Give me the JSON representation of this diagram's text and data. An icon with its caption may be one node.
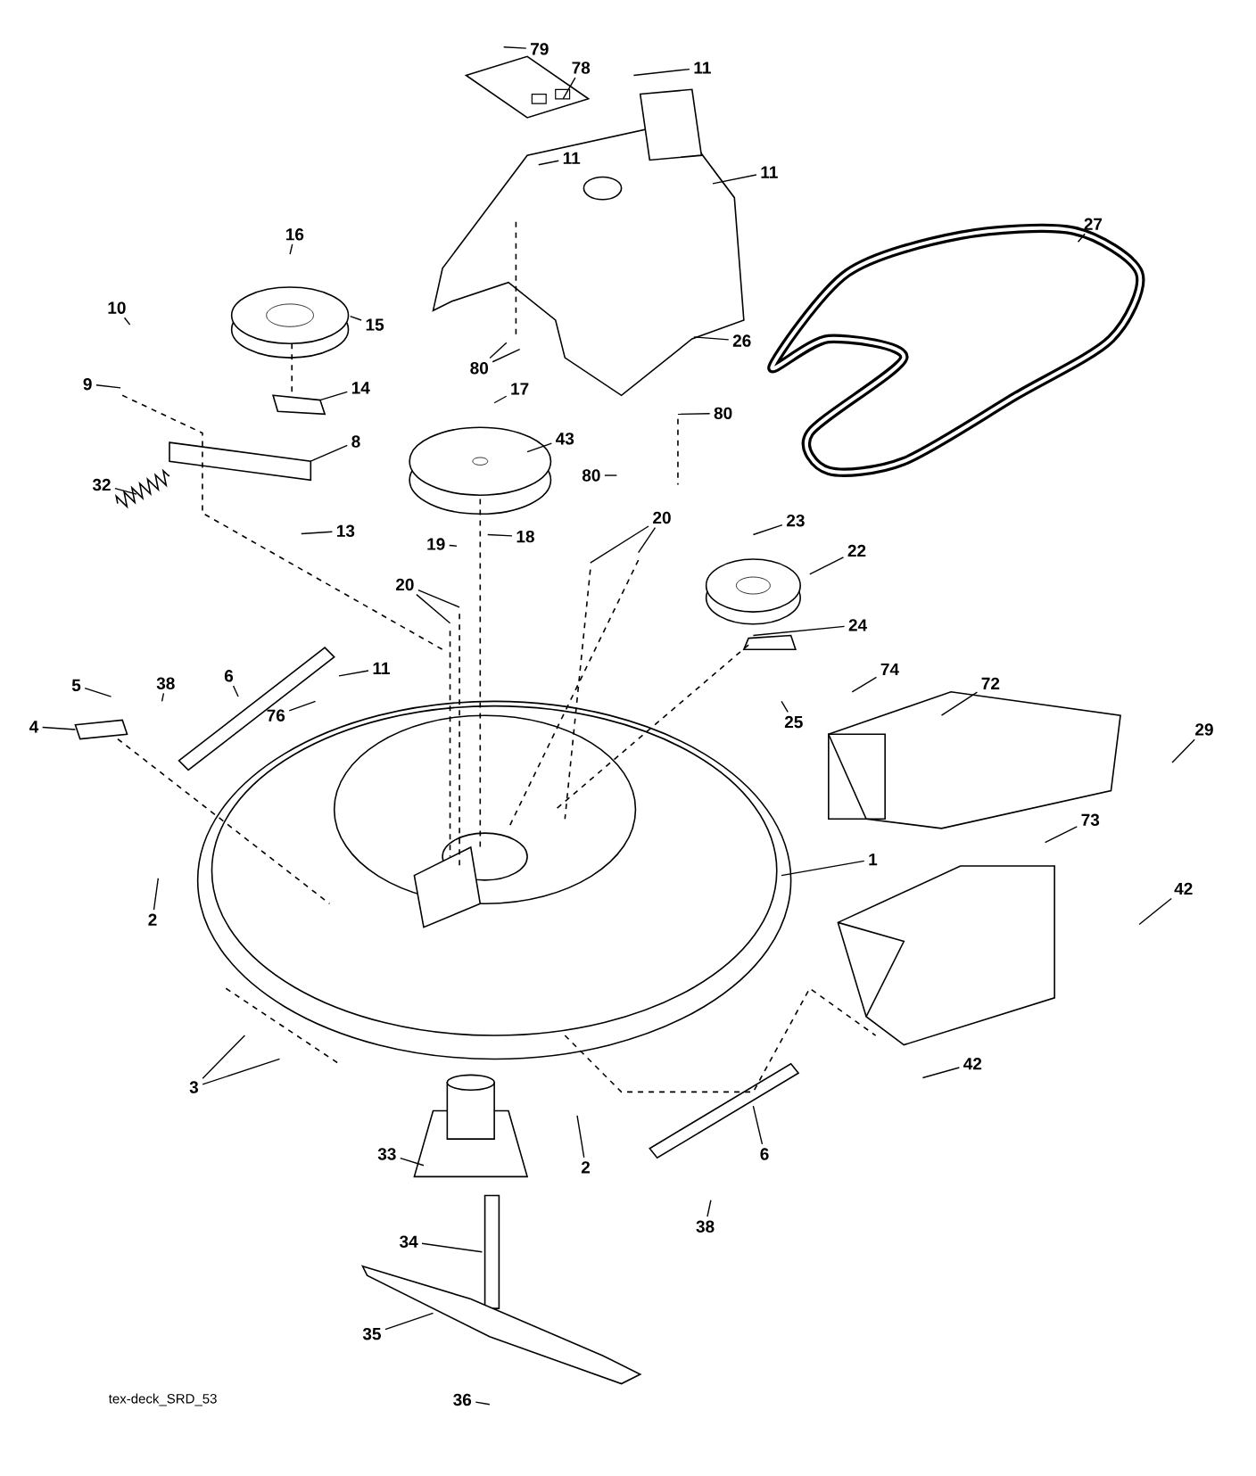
{
  "diagram": {
    "nodes": [
      {
        "text": [
          "79"
        ]
      },
      {
        "text": [
          "78"
        ]
      },
      {
        "text": [
          "11"
        ]
      },
      {
        "text": [
          "11"
        ]
      },
      {
        "text": [
          "11"
        ]
      },
      {
        "text": [
          "27"
        ]
      },
      {
        "text": [
          "16"
        ]
      },
      {
        "text": [
          "15"
        ]
      },
      {
        "text": [
          "10"
        ]
      },
      {
        "text": [
          "26"
        ]
      },
      {
        "text": [
          "80"
        ]
      },
      {
        "text": [
          "9"
        ]
      },
      {
        "text": [
          "14"
        ]
      },
      {
        "text": [
          "17"
        ]
      },
      {
        "text": [
          "80"
        ]
      },
      {
        "text": [
          "43"
        ]
      },
      {
        "text": [
          "8"
        ]
      },
      {
        "text": [
          "80"
        ]
      },
      {
        "text": [
          "32"
        ]
      },
      {
        "text": [
          "20"
        ]
      },
      {
        "text": [
          "23"
        ]
      },
      {
        "text": [
          "13"
        ]
      },
      {
        "text": [
          "18"
        ]
      },
      {
        "text": [
          "19"
        ]
      },
      {
        "text": [
          "22"
        ]
      },
      {
        "text": [
          "20"
        ]
      },
      {
        "text": [
          "24"
        ]
      },
      {
        "text": [
          "11"
        ]
      },
      {
        "text": [
          "74"
        ]
      },
      {
        "text": [
          "6"
        ]
      },
      {
        "text": [
          "38"
        ]
      },
      {
        "text": [
          "72"
        ]
      },
      {
        "text": [
          "5"
        ]
      },
      {
        "text": [
          "76"
        ]
      },
      {
        "text": [
          "25"
        ]
      },
      {
        "text": [
          "4"
        ]
      },
      {
        "text": [
          "29"
        ]
      },
      {
        "text": [
          "73"
        ]
      },
      {
        "text": [
          "1"
        ]
      },
      {
        "text": [
          "42"
        ]
      },
      {
        "text": [
          "2"
        ]
      },
      {
        "text": [
          "42"
        ]
      },
      {
        "text": [
          "3"
        ]
      },
      {
        "text": [
          "33"
        ]
      },
      {
        "text": [
          "6"
        ]
      },
      {
        "text": [
          "2"
        ]
      },
      {
        "text": [
          "38"
        ]
      },
      {
        "text": [
          "34"
        ]
      },
      {
        "text": [
          "35"
        ]
      },
      {
        "text": [
          "36"
        ]
      }
    ],
    "edges": [
      {
        "from": 0,
        "to": null,
        "arrow": "none"
      },
      {
        "from": 1,
        "to": null,
        "arrow": "none"
      },
      {
        "from": 2,
        "to": null,
        "arrow": "none"
      },
      {
        "from": 3,
        "to": null,
        "arrow": "none"
      },
      {
        "from": 4,
        "to": null,
        "arrow": "none"
      },
      {
        "from": 5,
        "to": null,
        "arrow": "none"
      },
      {
        "from": 6,
        "to": null,
        "arrow": "none"
      },
      {
        "from": 7,
        "to": null,
        "arrow": "none"
      },
      {
        "from": 8,
        "to": null,
        "arrow": "none"
      },
      {
        "from": 9,
        "to": null,
        "arrow": "none"
      },
      {
        "from": 10,
        "to": null,
        "arrow": "none"
      },
      {
        "from": 10,
        "to": null,
        "arrow": "none"
      },
      {
        "from": 11,
        "to": null,
        "arrow": "none"
      },
      {
        "from": 12,
        "to": null,
        "arrow": "none"
      },
      {
        "from": 13,
        "to": null,
        "arrow": "none"
      },
      {
        "from": 14,
        "to": null,
        "arrow": "none"
      },
      {
        "from": 15,
        "to": null,
        "arrow": "none"
      },
      {
        "from": 16,
        "to": null,
        "arrow": "none"
      },
      {
        "from": 17,
        "to": null,
        "arrow": "none"
      },
      {
        "from": 18,
        "to": null,
        "arrow": "none"
      },
      {
        "from": 19,
        "to": null,
        "arrow": "none"
      },
      {
        "from": 19,
        "to": null,
        "arrow": "none"
      },
      {
        "from": 20,
        "to": null,
        "arrow": "none"
      },
      {
        "from": 21,
        "to": null,
        "arrow": "none"
      },
      {
        "from": 22,
        "to": null,
        "arrow": "none"
      },
      {
        "from": 23,
        "to": null,
        "arrow": "none"
      },
      {
        "from": 24,
        "to": null,
        "arrow": "none"
      },
      {
        "from": 25,
        "to": null,
        "arrow": "none"
      },
      {
        "from": 25,
        "to": null,
        "arrow": "none"
      },
      {
        "from": 26,
        "to": null,
        "arrow": "none"
      },
      {
        "from": 27,
        "to": null,
        "arrow": "none"
      },
      {
        "from": 28,
        "to": null,
        "arrow": "none"
      },
      {
        "from": 29,
        "to": null,
        "arrow": "none"
      },
      {
        "from": 30,
        "to": null,
        "arrow": "none"
      },
      {
        "from": 31,
        "to": null,
        "arrow": "none"
      },
      {
        "from": 32,
        "to": null,
        "arrow": "none"
      },
      {
        "from": 33,
        "to": null,
        "arrow": "none"
      },
      {
        "from": 34,
        "to": null,
        "arrow": "none"
      },
      {
        "from": 35,
        "to": null,
        "arrow": "none"
      },
      {
        "from": 36,
        "to": null,
        "arrow": "none"
      },
      {
        "from": 37,
        "to": null,
        "arrow": "none"
      },
      {
        "from": 38,
        "to": null,
        "arrow": "none"
      },
      {
        "from": 39,
        "to": null,
        "arrow": "none"
      },
      {
        "from": 40,
        "to": null,
        "arrow": "none"
      },
      {
        "from": 41,
        "to": null,
        "arrow": "none"
      },
      {
        "from": 42,
        "to": null,
        "arrow": "none"
      },
      {
        "from": 42,
        "to": null,
        "arrow": "none"
      },
      {
        "from": 43,
        "to": null,
        "arrow": "none"
      },
      {
        "from": 44,
        "to": null,
        "arrow": "none"
      },
      {
        "from": 45,
        "to": null,
        "arrow": "none"
      },
      {
        "from": 46,
        "to": null,
        "arrow": "none"
      },
      {
        "from": 47,
        "to": null,
        "arrow": "none"
      },
      {
        "from": 48,
        "to": null,
        "arrow": "none"
      },
      {
        "from": 49,
        "to": null,
        "arrow": "none"
      }
    ],
    "labels": [
      "tex-deck_SRD_53"
    ]
  }
}
